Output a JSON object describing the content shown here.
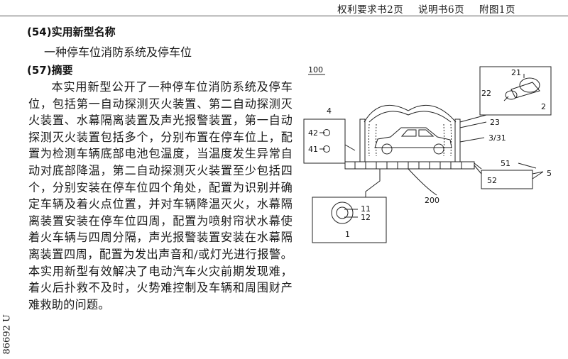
{
  "header": {
    "claims": "权利要求书2页",
    "description": "说明书6页",
    "drawings": "附图1页"
  },
  "side_code": "86692 U",
  "section_54": {
    "label": "(54)实用新型名称",
    "name": "一种停车位消防系统及停车位"
  },
  "section_57": {
    "label": "(57)摘要",
    "text": "本实用新型公开了一种停车位消防系统及停车位，包括第一自动探测灭火装置、第二自动探测灭火装置、水幕隔离装置及声光报警装置，第一自动探测灭火装置包括多个，分别布置在停车位上，配置为检测车辆底部电池包温度，当温度发生异常自动对底部降温，第二自动探测灭火装置至少包括四个，分别安装在停车位四个角处，配置为识别并确定车辆及着火点位置，并对车辆降温灭火，水幕隔离装置安装在停车位四周，配置为喷射帘状水幕使着火车辆与四周分隔，声光报警装置安装在水幕隔离装置四周，配置为发出声音和/或灯光进行报警。本实用新型有效解决了电动汽车火灾前期发现难，着火后扑救不及时，火势难控制及车辆和周围财产难救助的问题。"
  },
  "figure": {
    "labels": {
      "system": "100",
      "l4": "4",
      "l42": "42",
      "l41": "41",
      "l21": "21",
      "l22": "22",
      "l2": "2",
      "l23": "23",
      "l331": "3/31",
      "l51": "51",
      "l5": "5",
      "l52": "52",
      "l200": "200",
      "l11": "11",
      "l12": "12",
      "l1": "1"
    }
  }
}
